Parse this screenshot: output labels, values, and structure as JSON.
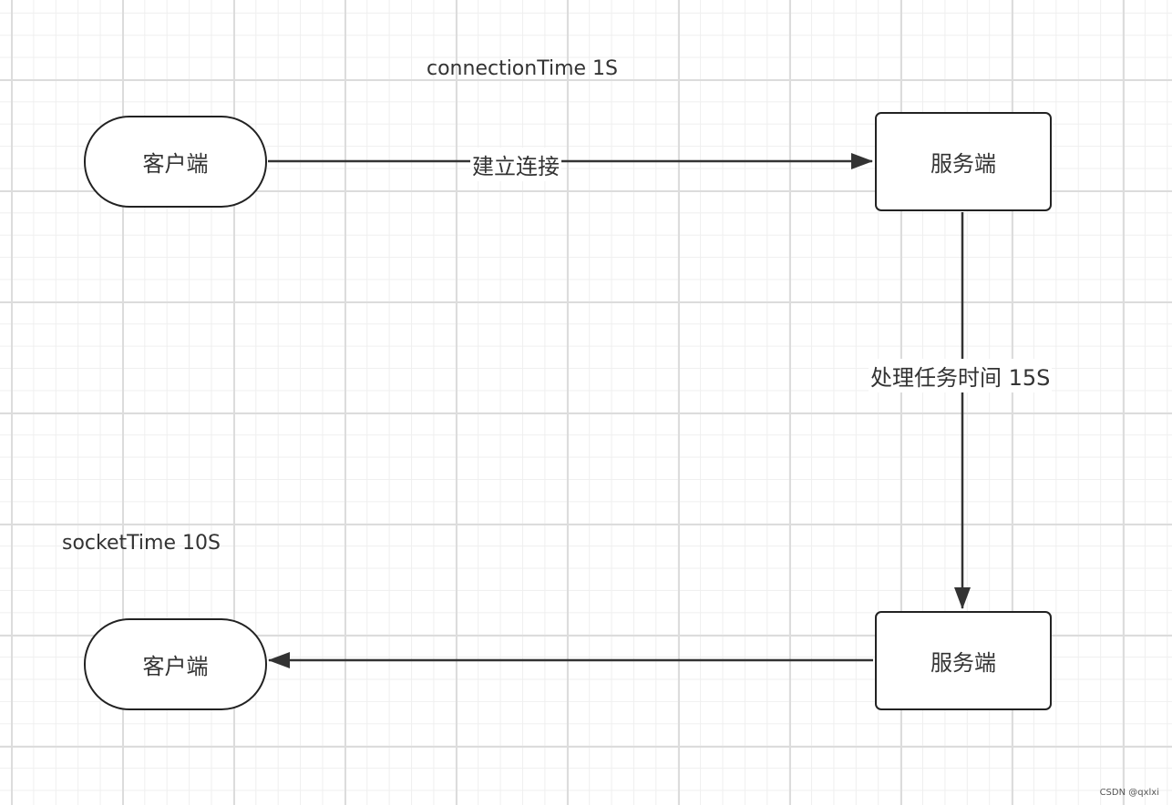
{
  "annotations": {
    "connection_time": "connectionTime 1S",
    "socket_time": "socketTime 10S"
  },
  "nodes": {
    "client_top": "客户端",
    "server_top": "服务端",
    "server_bottom": "服务端",
    "client_bottom": "客户端"
  },
  "edges": {
    "connect_label": "建立连接",
    "process_label": "处理任务时间 15S"
  },
  "watermark": "CSDN @qxlxi",
  "colors": {
    "stroke": "#333333",
    "node_border": "#222222",
    "grid_major": "#dcdcdc",
    "grid_minor": "#efefef"
  }
}
